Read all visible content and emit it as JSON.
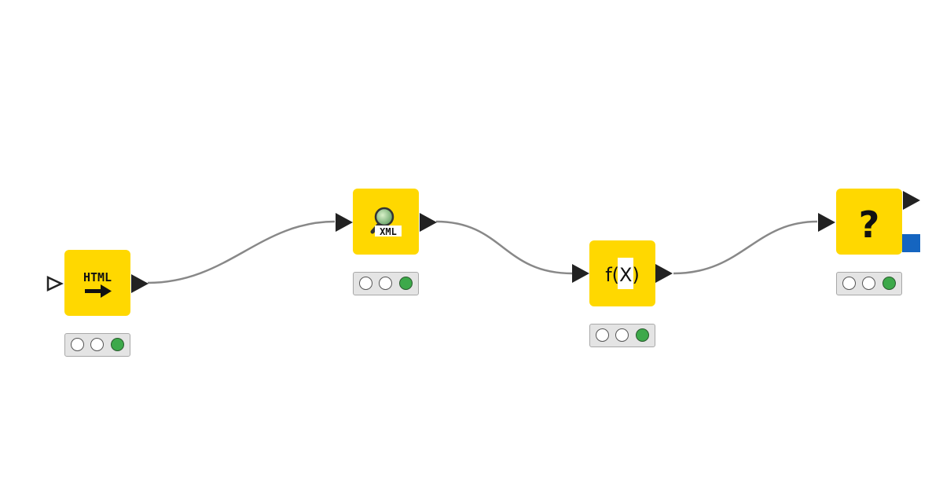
{
  "colors": {
    "node_fill": "#FFD800",
    "connection": "#888888",
    "port": "#222222",
    "status_light_on": "#3da94a",
    "status_light_off": "#ffffff",
    "flow_port": "#1565c0"
  },
  "nodes": [
    {
      "id": "html-input",
      "icon": "html-arrow-icon",
      "icon_text": "HTML",
      "status": [
        "off",
        "off",
        "on"
      ]
    },
    {
      "id": "xml-xpath",
      "icon": "magnifier-xml-icon",
      "icon_text": "XML",
      "status": [
        "off",
        "off",
        "on"
      ]
    },
    {
      "id": "string-manipulation",
      "icon": "function-x-icon",
      "icon_text": "f(X)",
      "status": [
        "off",
        "off",
        "on"
      ]
    },
    {
      "id": "unknown-node",
      "icon": "question-mark-icon",
      "icon_text": "?",
      "status": [
        "off",
        "off",
        "on"
      ]
    }
  ]
}
